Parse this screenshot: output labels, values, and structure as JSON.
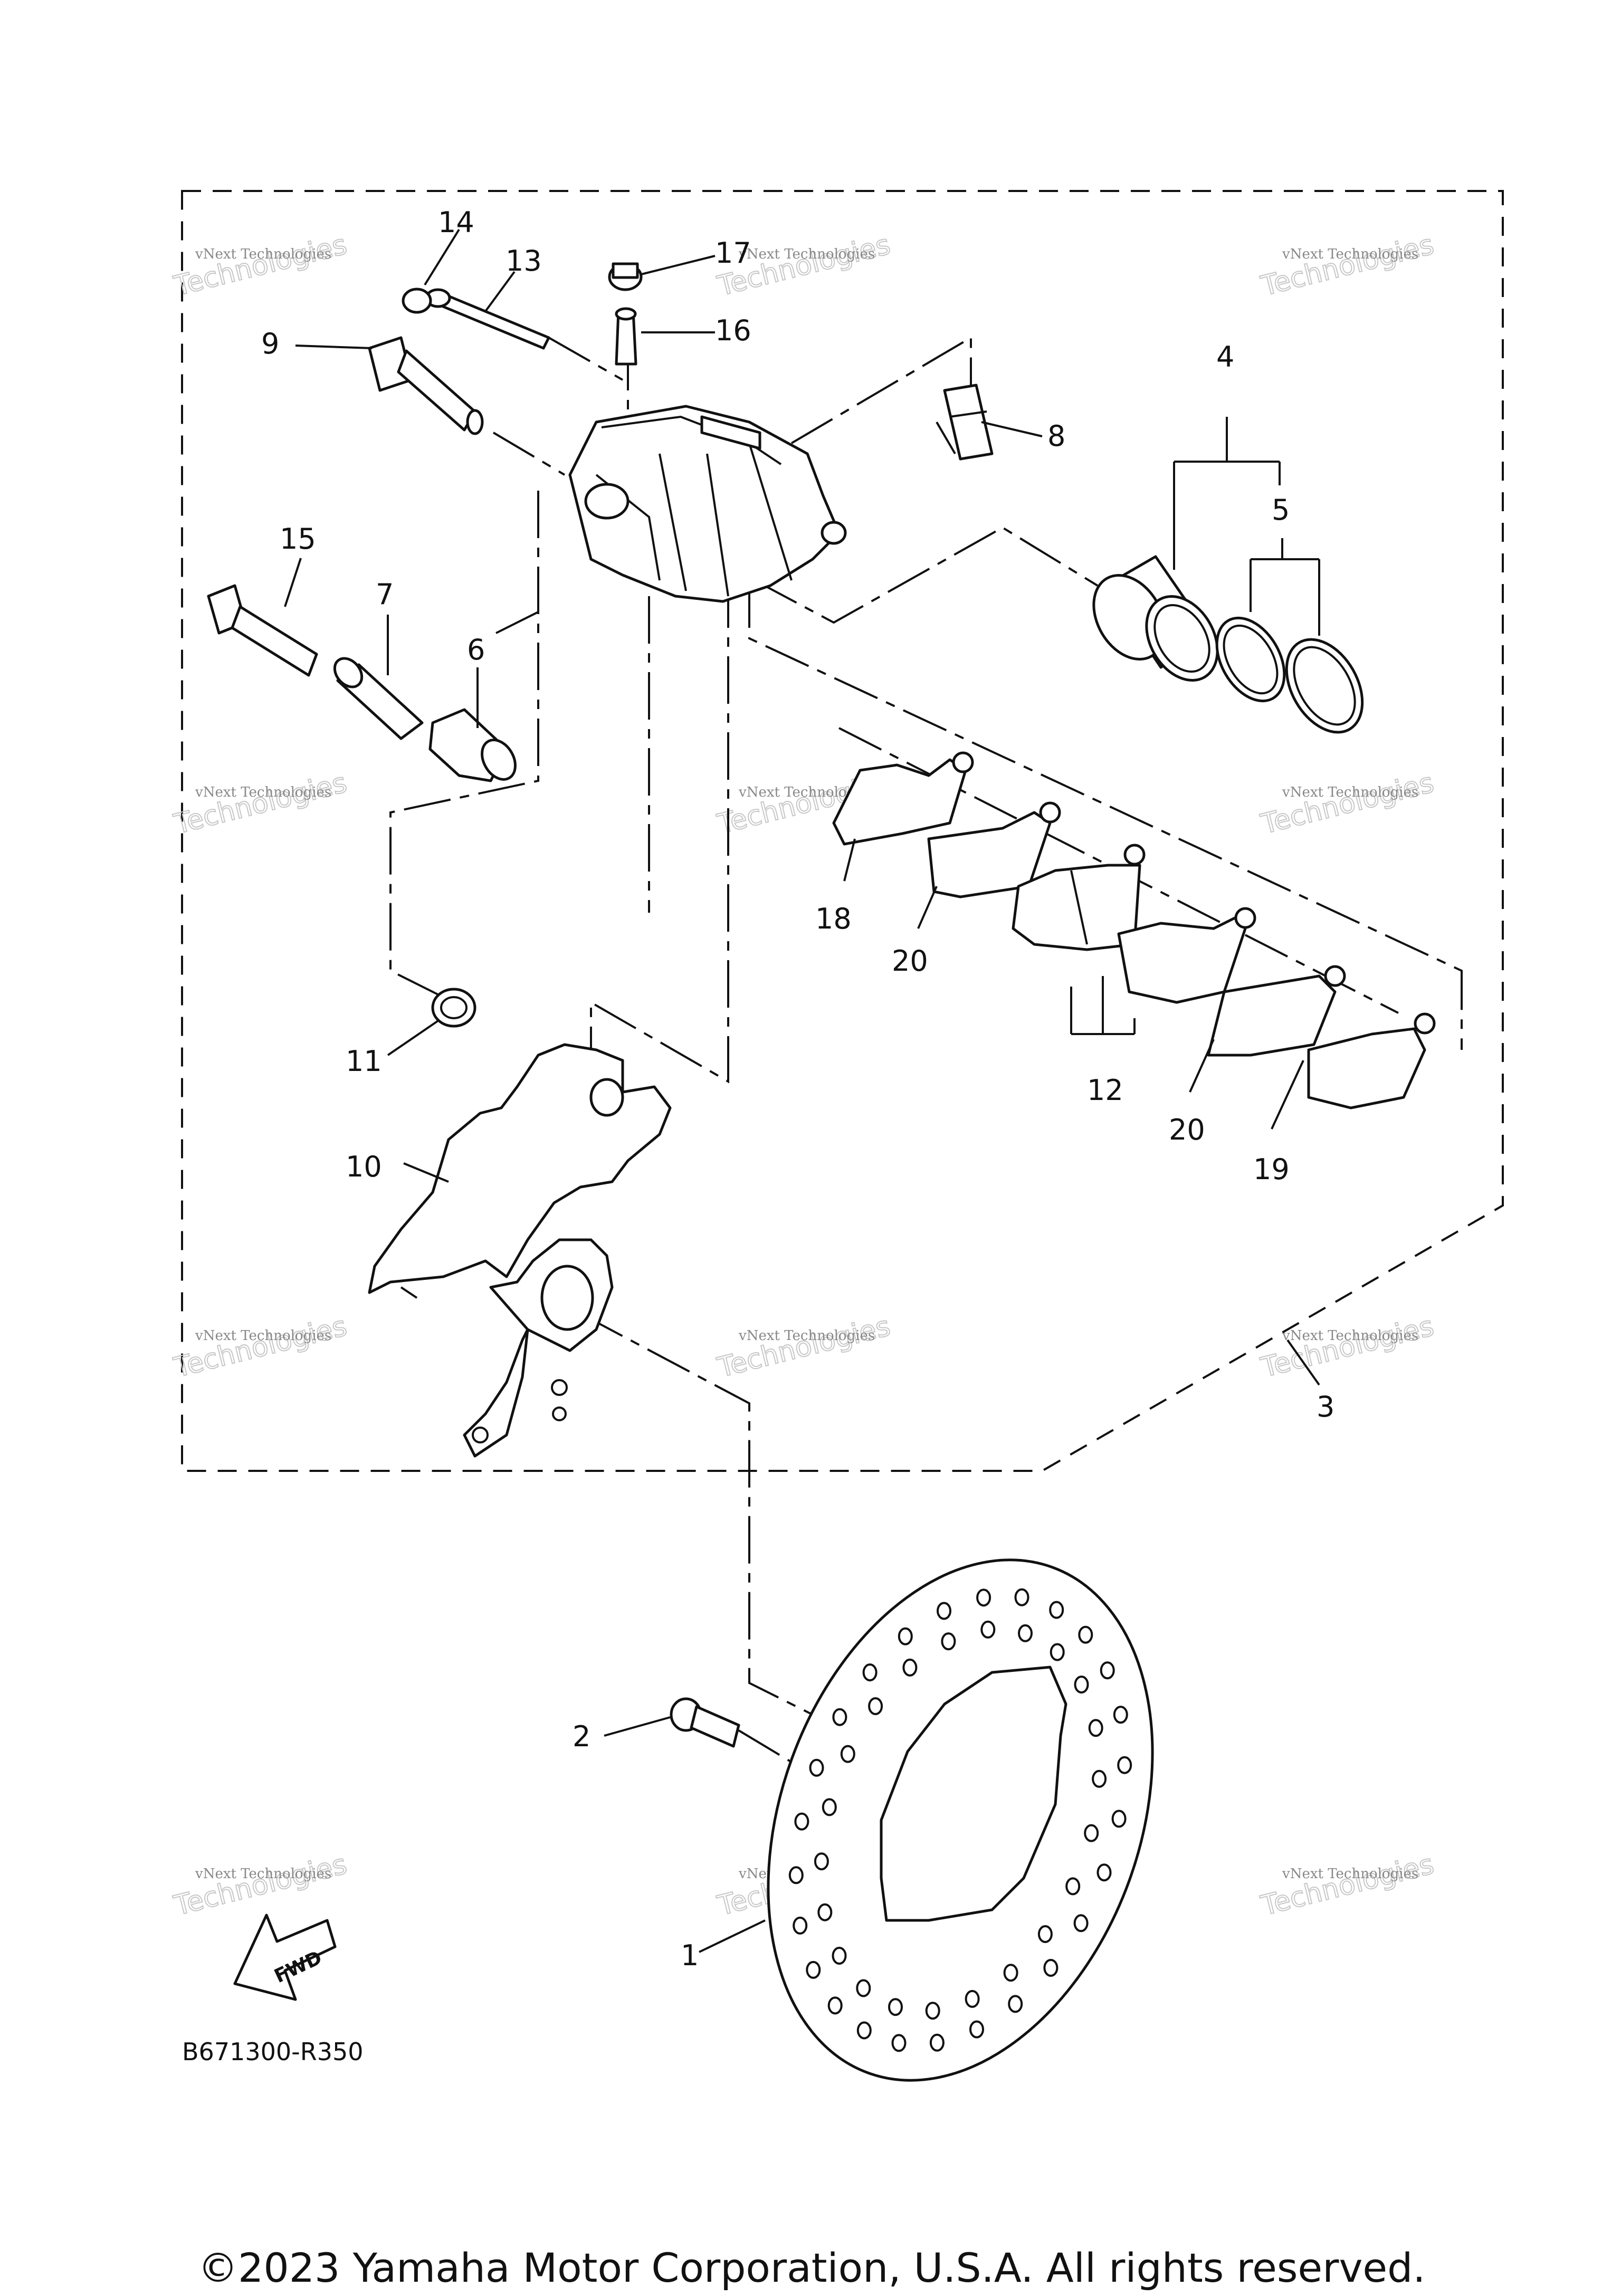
{
  "diagram": {
    "callouts": {
      "c1": "1",
      "c2": "2",
      "c3": "3",
      "c4": "4",
      "c5": "5",
      "c6": "6",
      "c7": "7",
      "c8": "8",
      "c9": "9",
      "c10": "10",
      "c11": "11",
      "c12": "12",
      "c13": "13",
      "c14": "14",
      "c15": "15",
      "c16": "16",
      "c17": "17",
      "c18": "18",
      "c19": "19",
      "c20a": "20",
      "c20b": "20"
    },
    "watermark": {
      "line_small": "vNext Technologies",
      "line_large": "Technologies",
      "line_top": "vNext"
    },
    "fwd_label": "FWD",
    "drawing_code": "B671300-R350",
    "copyright": "©2023 Yamaha Motor Corporation, U.S.A. All rights reserved."
  }
}
